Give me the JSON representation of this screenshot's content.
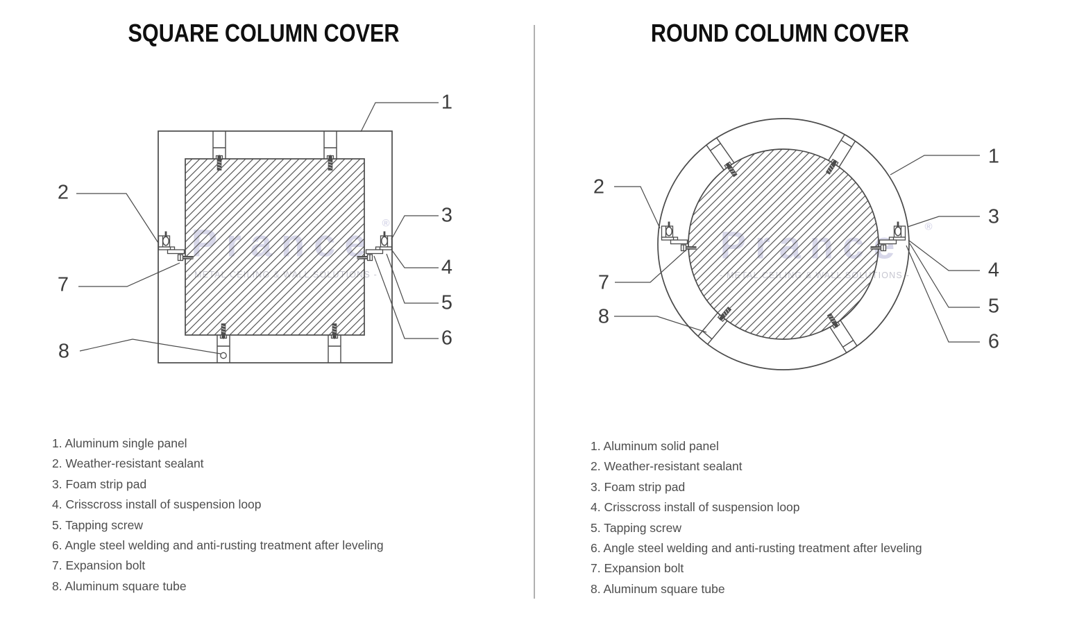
{
  "left_panel": {
    "title": "SQUARE COLUMN COVER",
    "legend": [
      "1. Aluminum single panel",
      "2. Weather-resistant sealant",
      "3. Foam strip pad",
      "4. Crisscross install of suspension loop",
      "5. Tapping screw",
      "6. Angle steel welding and anti-rusting treatment after leveling",
      "7. Expansion bolt",
      "8. Aluminum square tube"
    ]
  },
  "right_panel": {
    "title": "ROUND COLUMN COVER",
    "legend": [
      "1. Aluminum solid panel",
      "2. Weather-resistant sealant",
      "3. Foam strip pad",
      "4. Crisscross install of suspension loop",
      "5. Tapping screw",
      "6. Angle steel welding and anti-rusting treatment after leveling",
      "7. Expansion bolt",
      "8. Aluminum square tube"
    ]
  },
  "callout_labels": [
    "1",
    "2",
    "3",
    "4",
    "5",
    "6",
    "7",
    "8"
  ],
  "watermark": {
    "brand": "Prance",
    "registered": "®",
    "tagline": "- METAL CEILING & WALL SOLUTIONS -"
  },
  "colors": {
    "line": "#4a4a4a",
    "title_text": "#0f0f0f",
    "legend_text": "#4d4d4d",
    "watermark": "#d7d7e9",
    "divider": "#9c9c9c",
    "background": "#ffffff"
  }
}
